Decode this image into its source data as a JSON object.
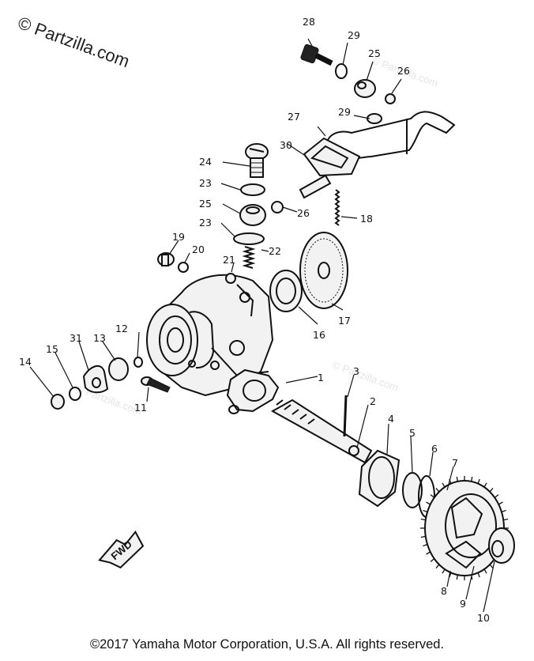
{
  "watermark": {
    "top_left": "© Partzilla.com",
    "faint": "© Partzilla.com"
  },
  "fwd_label": "FWD",
  "copyright": "©2017 Yamaha Motor Corporation, U.S.A. All rights reserved.",
  "callouts": [
    {
      "id": "c1",
      "text": "1"
    },
    {
      "id": "c2",
      "text": "2"
    },
    {
      "id": "c3",
      "text": "3"
    },
    {
      "id": "c4",
      "text": "4"
    },
    {
      "id": "c5",
      "text": "5"
    },
    {
      "id": "c6",
      "text": "6"
    },
    {
      "id": "c7",
      "text": "7"
    },
    {
      "id": "c8",
      "text": "8"
    },
    {
      "id": "c9",
      "text": "9"
    },
    {
      "id": "c10",
      "text": "10"
    },
    {
      "id": "c11",
      "text": "11"
    },
    {
      "id": "c12",
      "text": "12"
    },
    {
      "id": "c13",
      "text": "13"
    },
    {
      "id": "c14",
      "text": "14"
    },
    {
      "id": "c15",
      "text": "15"
    },
    {
      "id": "c16",
      "text": "16"
    },
    {
      "id": "c17",
      "text": "17"
    },
    {
      "id": "c18",
      "text": "18"
    },
    {
      "id": "c19",
      "text": "19"
    },
    {
      "id": "c20",
      "text": "20"
    },
    {
      "id": "c21",
      "text": "21"
    },
    {
      "id": "c22",
      "text": "22"
    },
    {
      "id": "c23a",
      "text": "23"
    },
    {
      "id": "c23b",
      "text": "23"
    },
    {
      "id": "c24",
      "text": "24"
    },
    {
      "id": "c25a",
      "text": "25"
    },
    {
      "id": "c25b",
      "text": "25"
    },
    {
      "id": "c26a",
      "text": "26"
    },
    {
      "id": "c26b",
      "text": "26"
    },
    {
      "id": "c27",
      "text": "27"
    },
    {
      "id": "c28",
      "text": "28"
    },
    {
      "id": "c29a",
      "text": "29"
    },
    {
      "id": "c29b",
      "text": "29"
    },
    {
      "id": "c30",
      "text": "30"
    },
    {
      "id": "c31",
      "text": "31"
    }
  ]
}
